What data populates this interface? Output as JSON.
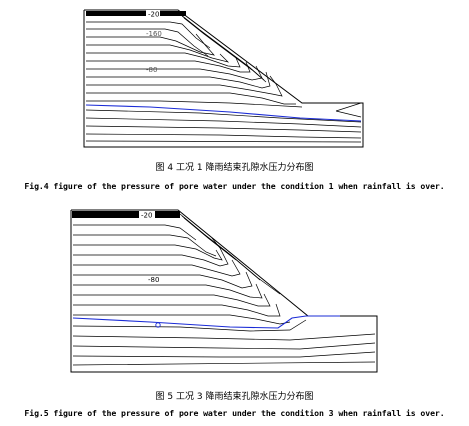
{
  "figure4": {
    "caption_cn": "图 4 工况 1 降雨结束孔隙水压力分布图",
    "caption_en": "Fig.4 figure of the pressure of pore water under the condition 1 when rainfall is over.",
    "contour_labels": [
      "-20",
      "-160",
      "-80"
    ]
  },
  "figure5": {
    "caption_cn": "图 5 工况 3 降雨结束孔隙水压力分布图",
    "caption_en": "Fig.5 figure of the pressure of pore water under the condition 3 when rainfall is over.",
    "contour_labels": [
      "-20",
      "-80"
    ]
  },
  "colors": {
    "phreatic_line": "#1a2bd6",
    "contour": "#000000"
  }
}
